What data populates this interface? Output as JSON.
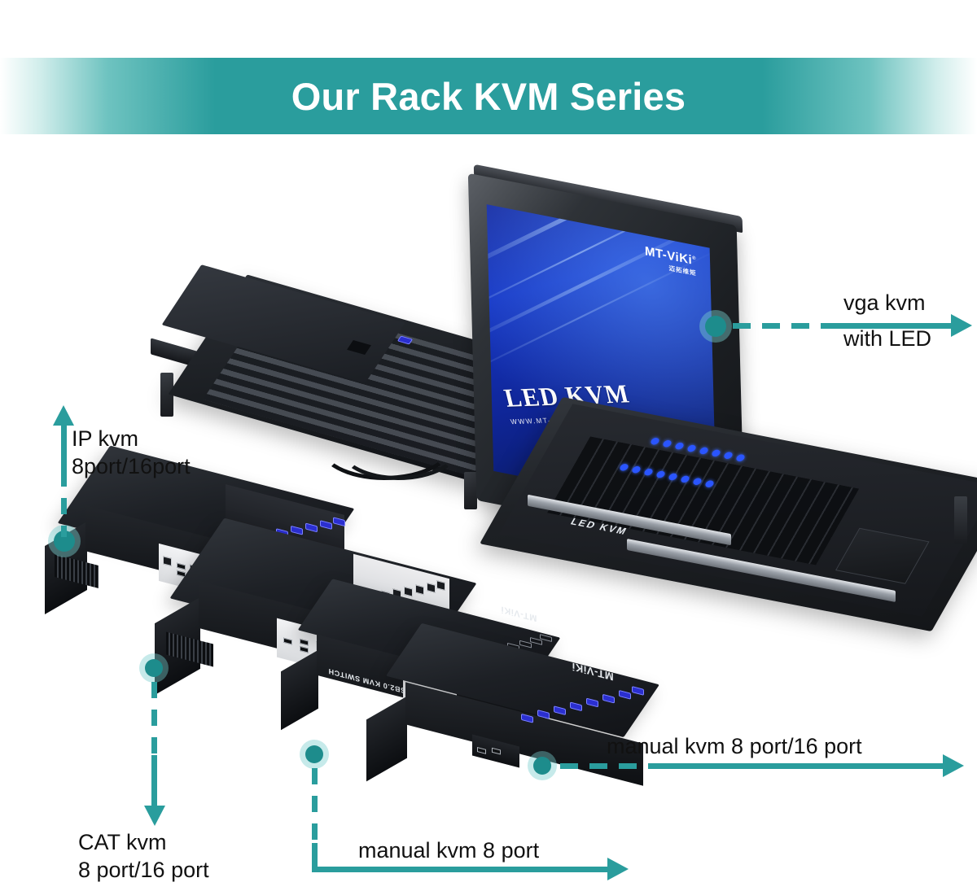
{
  "banner": {
    "title": "Our Rack KVM Series",
    "accent_color": "#2a9d9d",
    "text_color": "#ffffff"
  },
  "theme": {
    "accent": "#2a9d9d",
    "accent_dark": "#1d8c8c",
    "halo": "#78cdcd",
    "label_color": "#111111",
    "background": "#ffffff",
    "screen_blue": "#1636c4",
    "port_blue": "#2b2fd0"
  },
  "callouts": [
    {
      "id": "vga-kvm-led",
      "lines": [
        "vga kvm",
        "with LED"
      ],
      "arrow_direction": "right",
      "anchor": "led-kvm-console"
    },
    {
      "id": "ip-kvm",
      "lines": [
        "IP kvm",
        "8port/16port"
      ],
      "arrow_direction": "up",
      "anchor": "ip-kvm-device"
    },
    {
      "id": "cat-kvm",
      "lines": [
        "CAT kvm",
        "8 port/16 port"
      ],
      "arrow_direction": "down",
      "anchor": "cat-kvm-device"
    },
    {
      "id": "manual-kvm-8",
      "lines": [
        "manual kvm 8 port"
      ],
      "arrow_direction": "down-right",
      "anchor": "manual-kvm-8-device"
    },
    {
      "id": "manual-kvm-8-16",
      "lines": [
        "manual kvm 8 port/16 port"
      ],
      "arrow_direction": "right",
      "anchor": "manual-kvm-16-device"
    }
  ],
  "console": {
    "screen_logo": "MT-ViKi",
    "screen_logo_mark": "®",
    "screen_logo_cn": "迈拓维矩",
    "screen_title": "LED KVM",
    "screen_url": "WWW.MT-VIKI.COM",
    "bezel_text": "LED  KVM",
    "led_count_top": 8,
    "led_count_bottom": 8
  },
  "devices": [
    {
      "id": "ip-kvm-device",
      "name": "IP kvm",
      "ports": "8port/16port",
      "port_type": "VGA",
      "port_count": 8,
      "brand": ""
    },
    {
      "id": "cat-kvm-device",
      "name": "CAT kvm",
      "ports": "8 port/16 port",
      "port_type": "RJ45",
      "port_count": 8,
      "brand": ""
    },
    {
      "id": "manual-kvm-8-device",
      "name": "manual kvm 8 port",
      "ports": "8 port",
      "port_type": "HDMI",
      "port_count": 8,
      "brand": "MT-ViKi",
      "body_text": "8 PORT USB2.0 KVM SWITCH"
    },
    {
      "id": "manual-kvm-16-device",
      "name": "manual kvm 8 port/16 port",
      "ports": "8 port/16 port",
      "port_type": "VGA",
      "port_count": 8,
      "brand": "MT-ViKi"
    }
  ]
}
